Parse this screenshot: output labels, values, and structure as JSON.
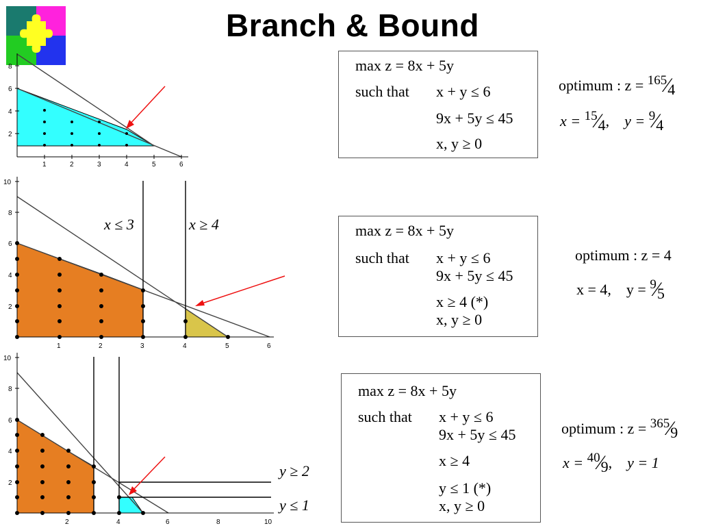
{
  "title": "Branch & Bound",
  "step1": {
    "lp": {
      "objective": "max z = 8x + 5y",
      "such_that": "such that",
      "c1": "x + y ≤ 6",
      "c2": "9x + 5y ≤ 45",
      "c3": "x, y ≥ 0"
    },
    "optimum": {
      "label": "optimum : z =",
      "z_num": "165",
      "z_den": "4",
      "x_label": "x =",
      "x_num": "15",
      "x_den": "4",
      "y_label": "y =",
      "y_num": "9",
      "y_den": "4"
    },
    "plot": {
      "x_ticks": [
        "1",
        "2",
        "3",
        "4",
        "5",
        "6"
      ],
      "y_ticks": [
        "2",
        "4",
        "6",
        "8"
      ]
    }
  },
  "step2": {
    "branch_left": "x ≤ 3",
    "branch_right": "x ≥ 4",
    "lp": {
      "objective": "max z = 8x + 5y",
      "such_that": "such that",
      "c1": "x + y ≤ 6",
      "c2": "9x + 5y ≤ 45",
      "c3": "x ≥ 4 (*)",
      "c4": "x, y ≥ 0"
    },
    "optimum": {
      "label": "optimum : z = 4",
      "x_label": "x = 4,",
      "y_label": "y =",
      "y_num": "9",
      "y_den": "5"
    },
    "plot": {
      "x_ticks": [
        "1",
        "2",
        "3",
        "4",
        "5",
        "6"
      ],
      "y_ticks": [
        "2",
        "4",
        "6",
        "8",
        "10"
      ]
    }
  },
  "step3": {
    "branch_upper": "y ≥ 2",
    "branch_lower": "y ≤ 1",
    "lp": {
      "objective": "max z = 8x + 5y",
      "such_that": "such that",
      "c1": "x + y ≤ 6",
      "c2": "9x + 5y ≤ 45",
      "c3": "x ≥ 4",
      "c4": "y ≤ 1 (*)",
      "c5": "x, y ≥ 0"
    },
    "optimum": {
      "label": "optimum : z =",
      "z_num": "365",
      "z_den": "9",
      "x_label": "x =",
      "x_num": "40",
      "x_den": "9",
      "y_label": "y = 1"
    },
    "plot": {
      "x_ticks": [
        "2",
        "4",
        "6",
        "8",
        "10"
      ],
      "y_ticks": [
        "2",
        "4",
        "6",
        "8",
        "10"
      ]
    }
  },
  "colors": {
    "cyan_region": "#33ffff",
    "orange_region": "#e67e22",
    "yellow_region": "#d9c54a",
    "arrow": "#ee1111"
  }
}
